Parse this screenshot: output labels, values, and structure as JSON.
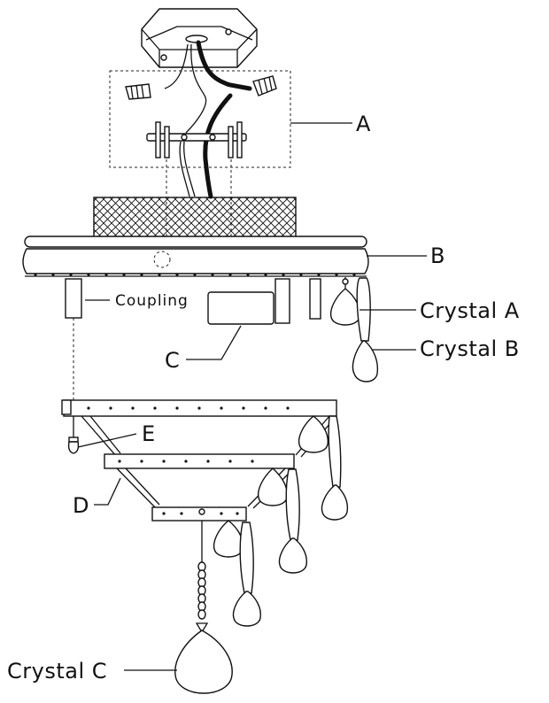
{
  "labels": {
    "a": "A",
    "b": "B",
    "c": "C",
    "d": "D",
    "e": "E",
    "coupling": "Coupling",
    "crystal_a": "Crystal A",
    "crystal_b": "Crystal B",
    "crystal_c": "Crystal C"
  }
}
